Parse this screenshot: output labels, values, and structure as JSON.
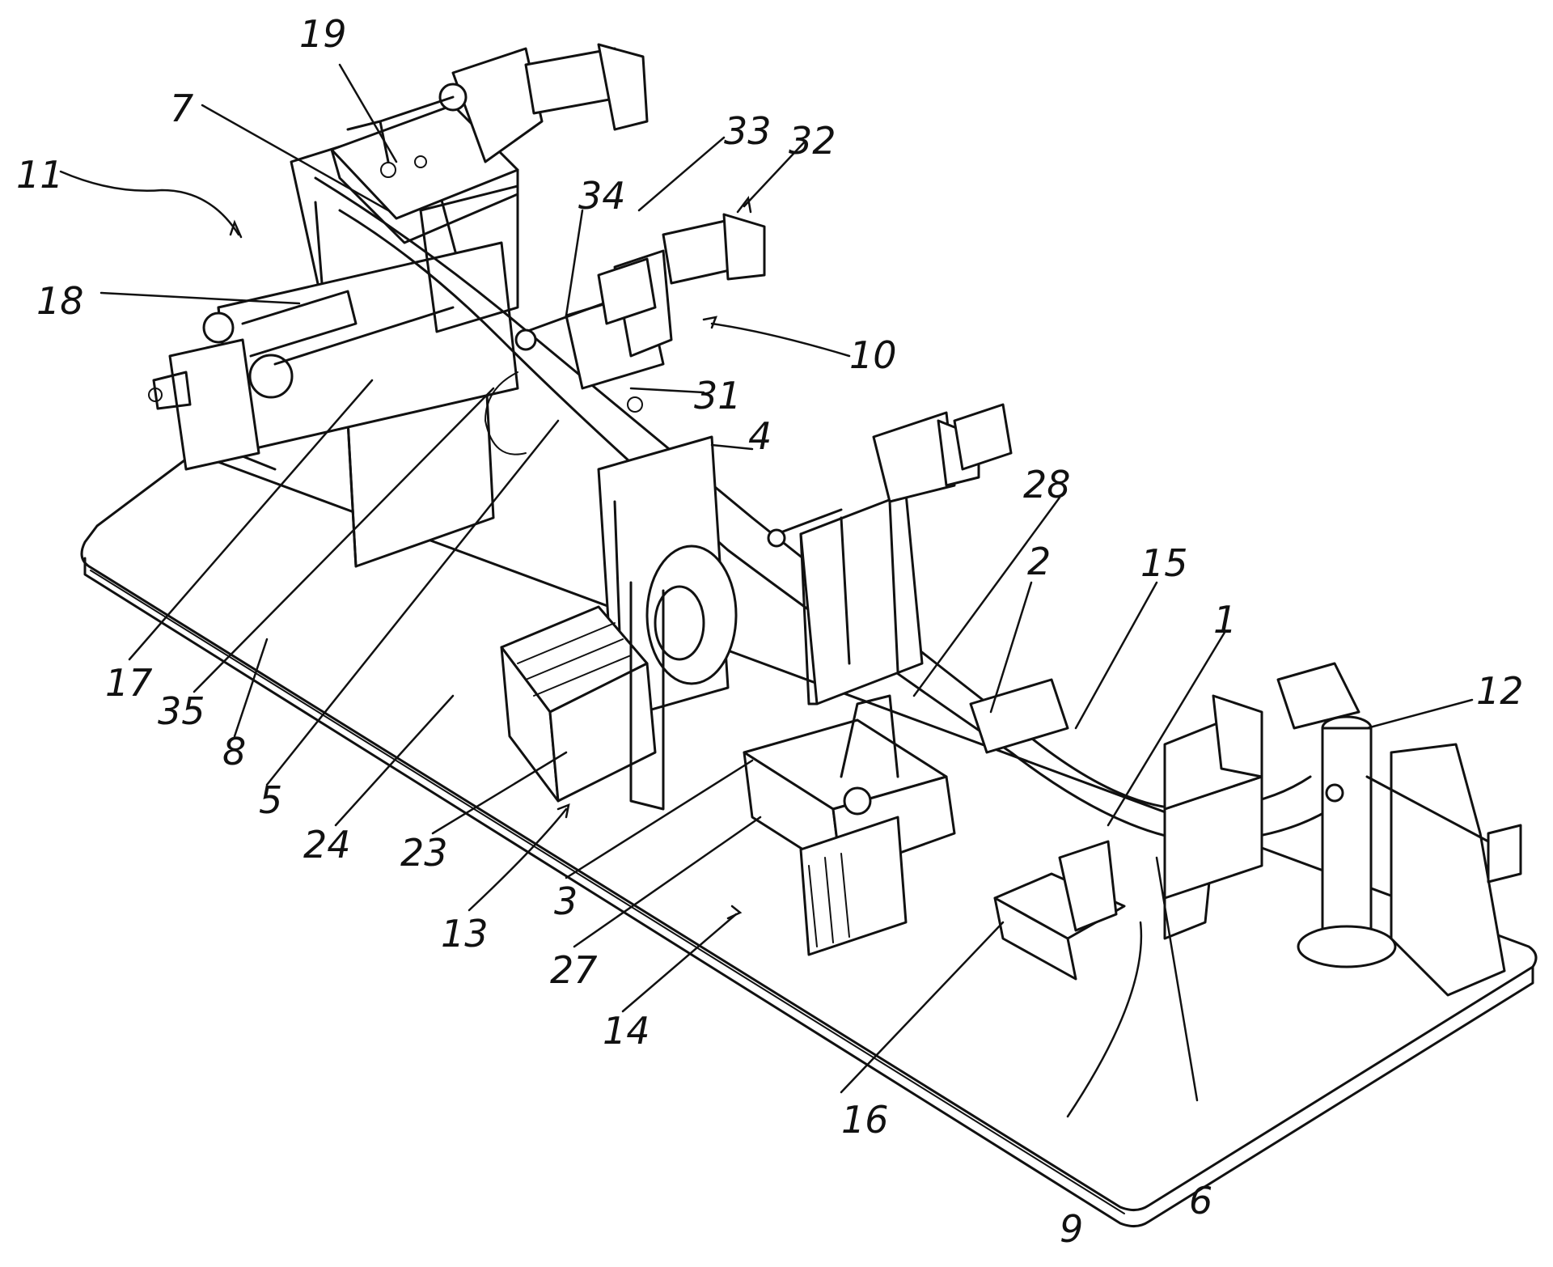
{
  "diagram": {
    "labels": [
      {
        "id": "11",
        "text": "11"
      },
      {
        "id": "19",
        "text": "19"
      },
      {
        "id": "7",
        "text": "7"
      },
      {
        "id": "33",
        "text": "33"
      },
      {
        "id": "32",
        "text": "32"
      },
      {
        "id": "34",
        "text": "34"
      },
      {
        "id": "18",
        "text": "18"
      },
      {
        "id": "10",
        "text": "10"
      },
      {
        "id": "31",
        "text": "31"
      },
      {
        "id": "4",
        "text": "4"
      },
      {
        "id": "28",
        "text": "28"
      },
      {
        "id": "2",
        "text": "2"
      },
      {
        "id": "15",
        "text": "15"
      },
      {
        "id": "1",
        "text": "1"
      },
      {
        "id": "12",
        "text": "12"
      },
      {
        "id": "17",
        "text": "17"
      },
      {
        "id": "35",
        "text": "35"
      },
      {
        "id": "8",
        "text": "8"
      },
      {
        "id": "5",
        "text": "5"
      },
      {
        "id": "24",
        "text": "24"
      },
      {
        "id": "23",
        "text": "23"
      },
      {
        "id": "13",
        "text": "13"
      },
      {
        "id": "3",
        "text": "3"
      },
      {
        "id": "27",
        "text": "27"
      },
      {
        "id": "14",
        "text": "14"
      },
      {
        "id": "16",
        "text": "16"
      },
      {
        "id": "9",
        "text": "9"
      },
      {
        "id": "6",
        "text": "6"
      }
    ]
  }
}
